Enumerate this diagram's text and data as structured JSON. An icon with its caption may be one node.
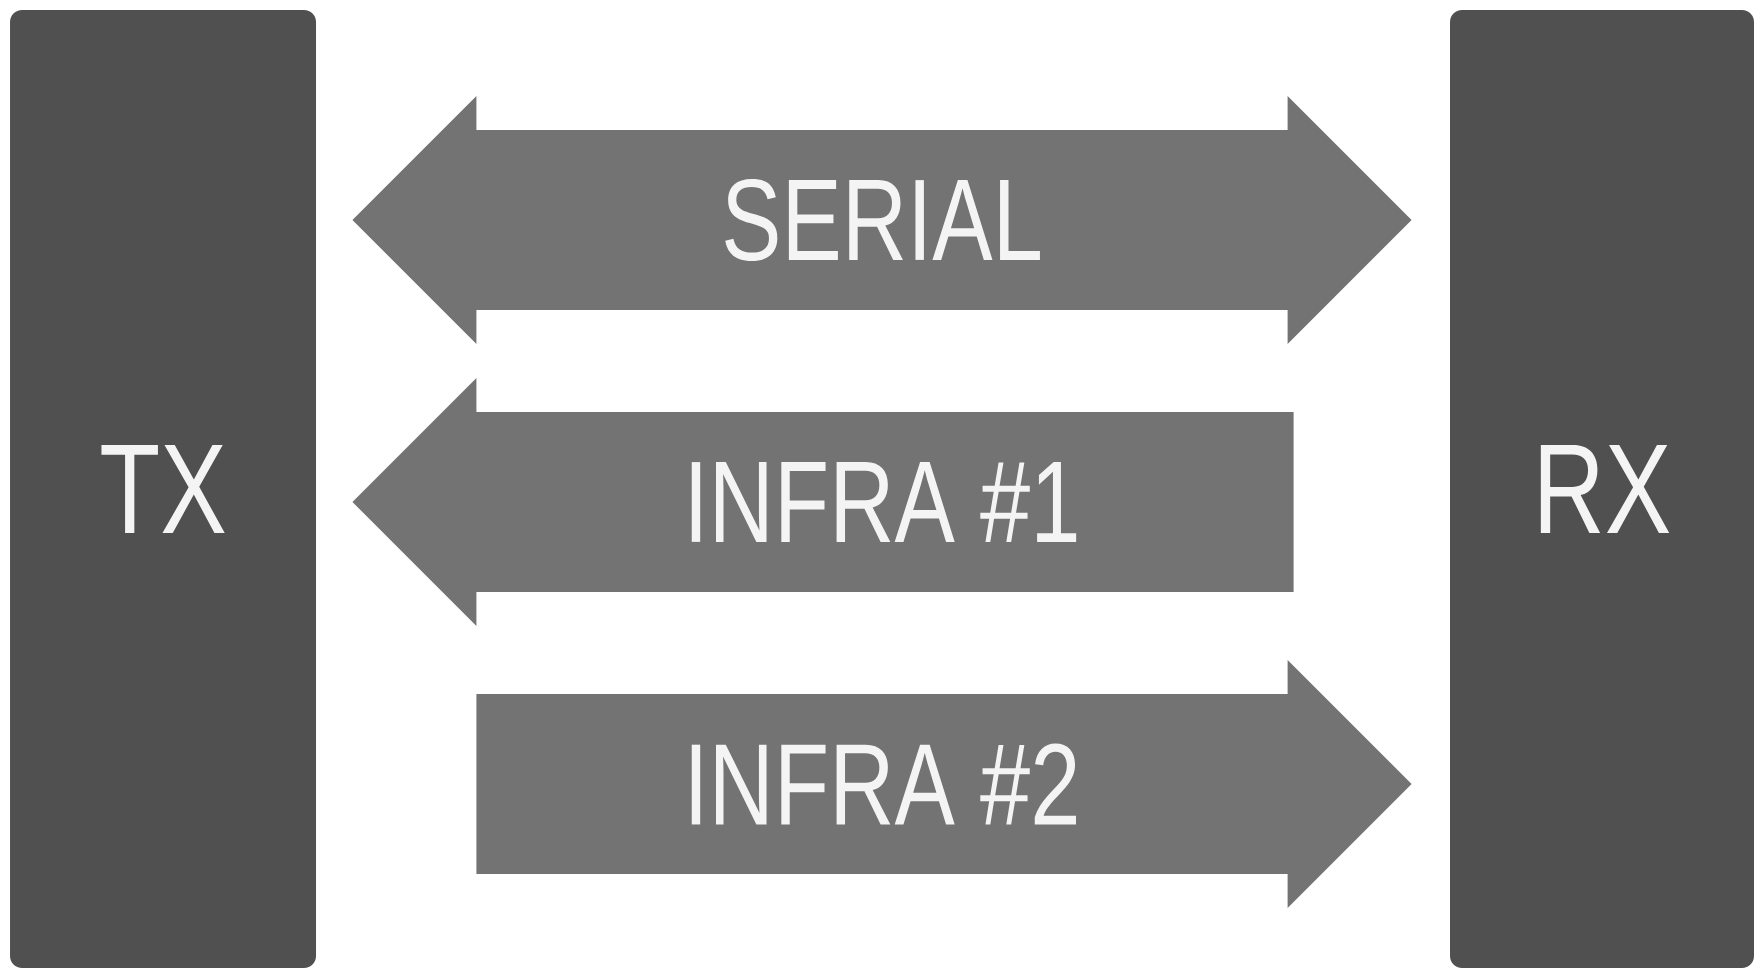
{
  "diagram": {
    "nodes": [
      {
        "text": [
          "TX"
        ]
      },
      {
        "text": [
          "RX"
        ]
      }
    ],
    "edges": [
      {
        "from": 0,
        "to": 1,
        "arrow": "both",
        "label": "SERIAL"
      },
      {
        "from": 1,
        "to": 0,
        "arrow": "to",
        "label": "INFRA #1"
      },
      {
        "from": 0,
        "to": 1,
        "arrow": "to",
        "label": "INFRA #2"
      }
    ]
  }
}
